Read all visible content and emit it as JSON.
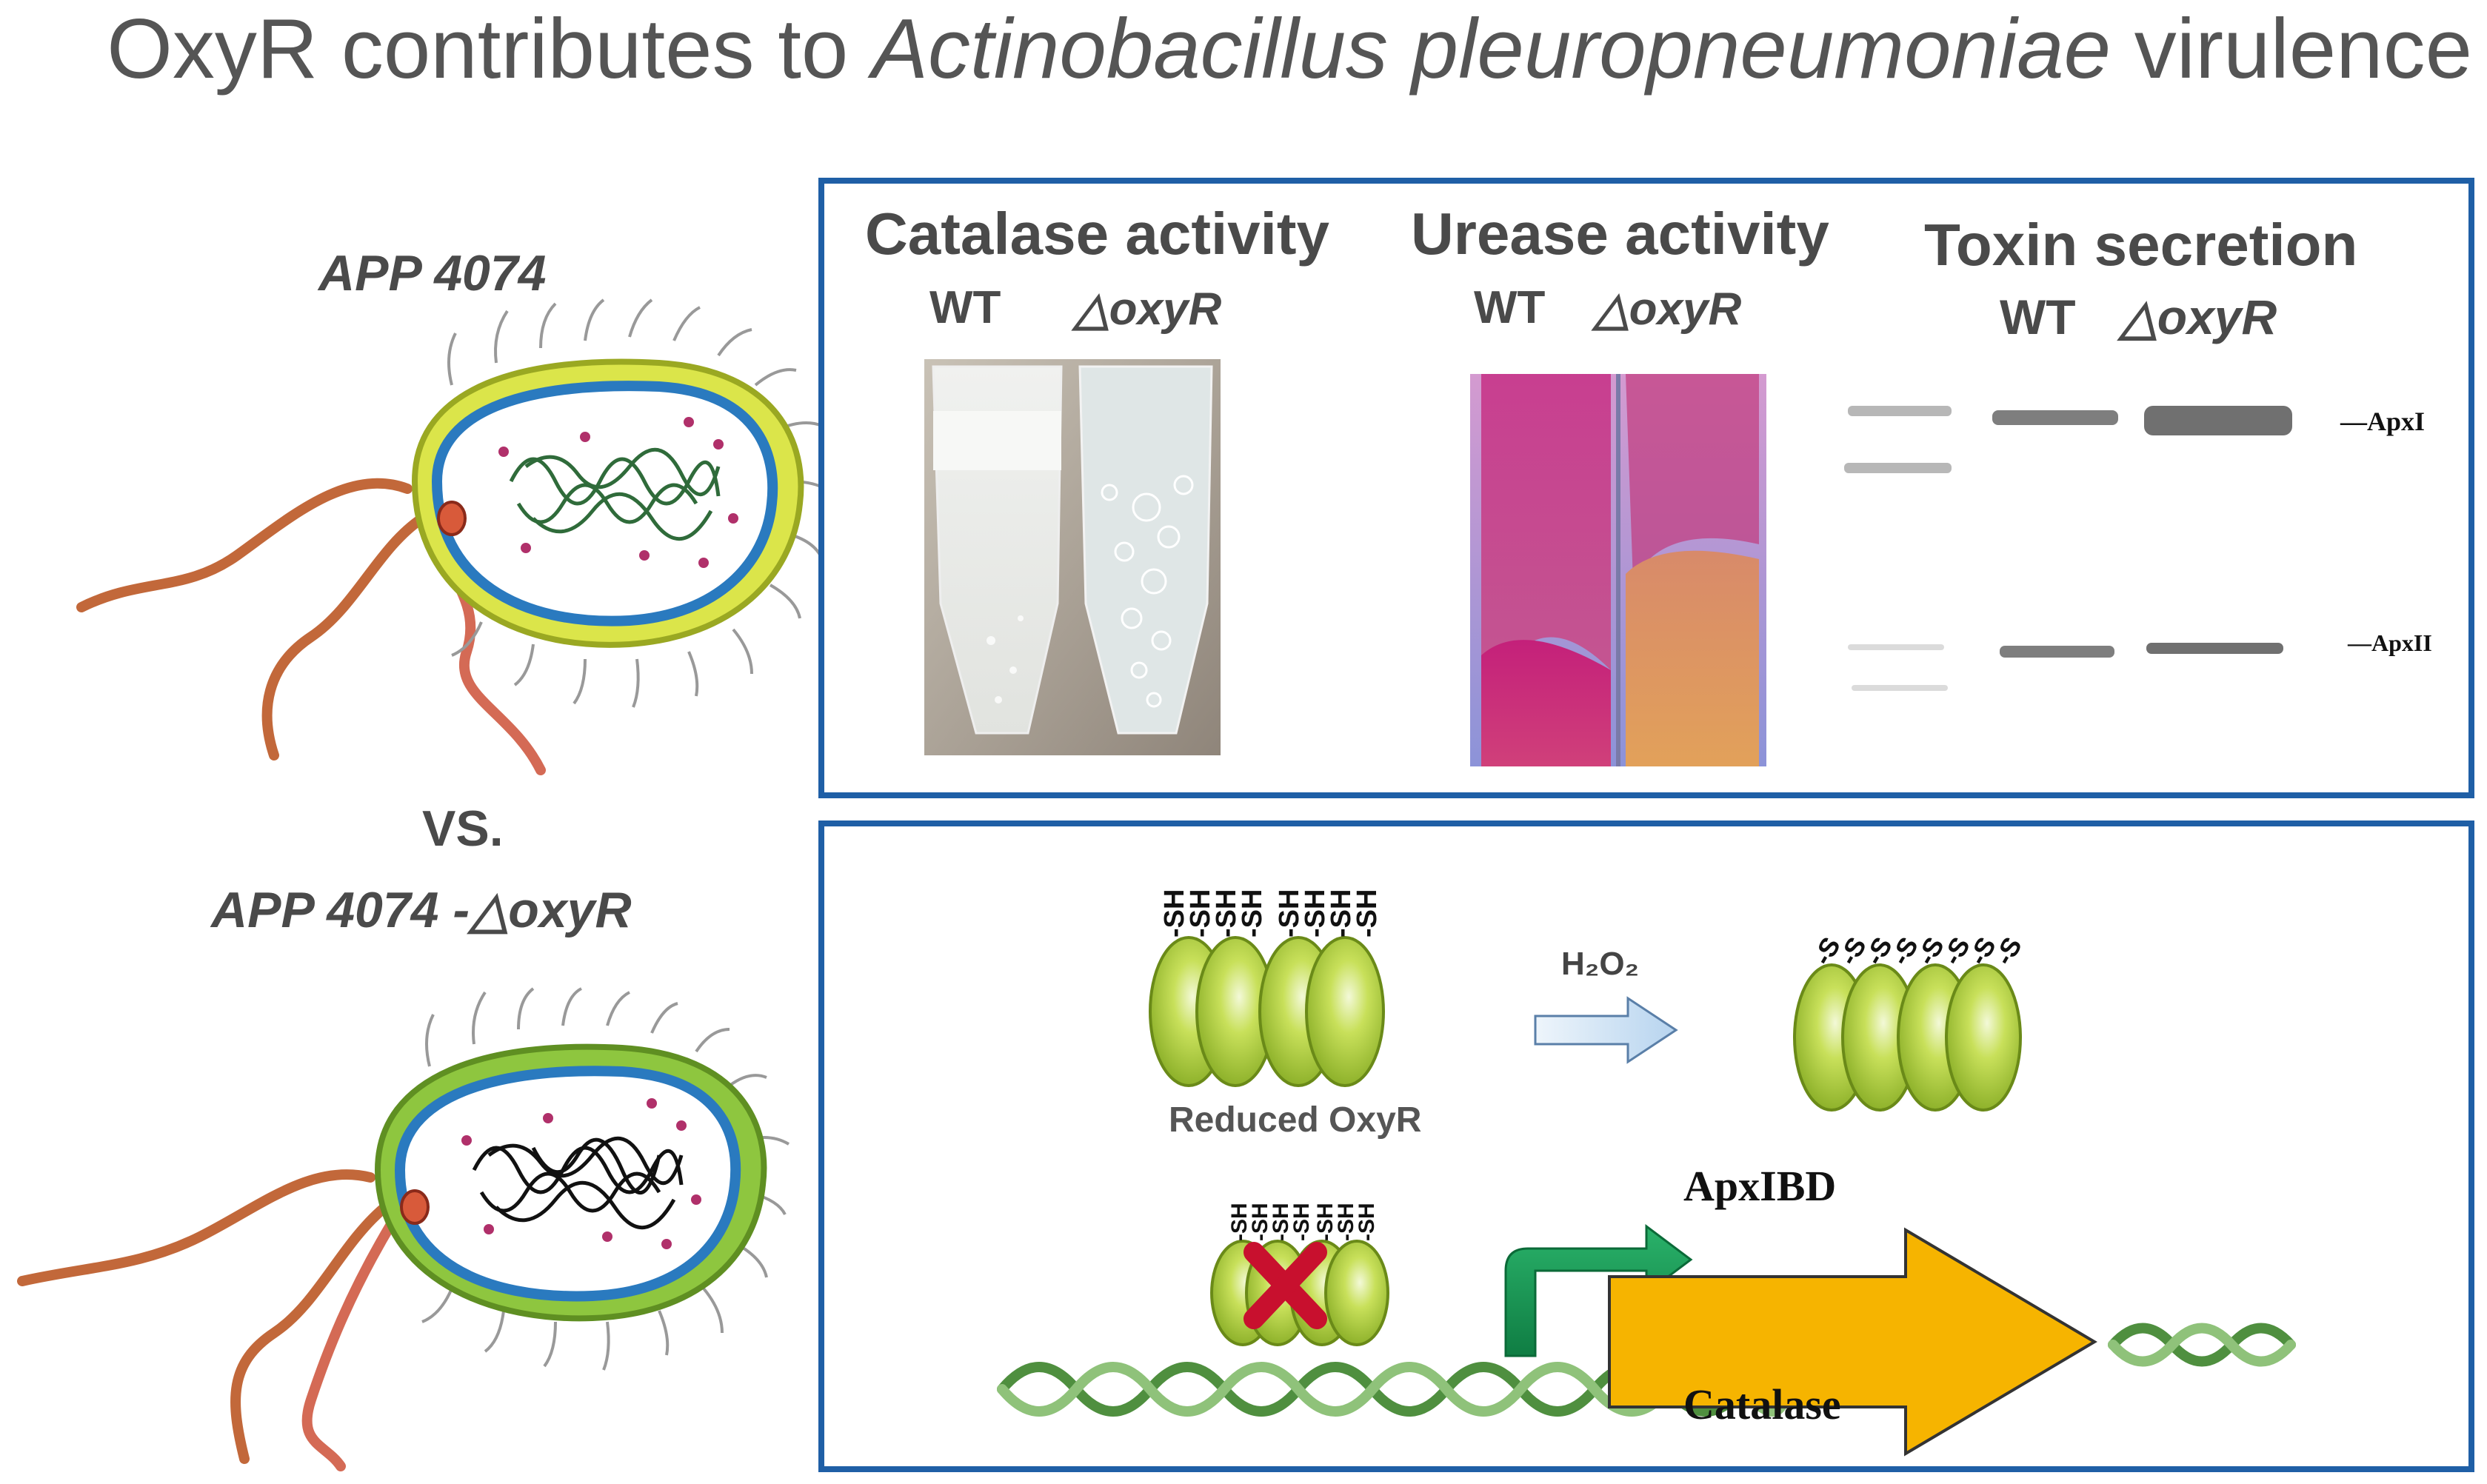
{
  "title": {
    "prefix": "OxyR contributes to ",
    "species": "Actinobacillus pleuropneumoniae",
    "suffix": " virulence"
  },
  "left": {
    "strain_wt": "APP 4074",
    "vs": "VS.",
    "strain_mutant": "APP 4074 -△oxyR"
  },
  "assays": {
    "catalase": {
      "title": "Catalase activity",
      "wt": "WT",
      "mut": "△oxyR"
    },
    "urease": {
      "title": "Urease activity",
      "wt": "WT",
      "mut": "△oxyR"
    },
    "toxin": {
      "title": "Toxin secretion",
      "wt": "WT",
      "mut": "△oxyR",
      "band1": "—ApxI",
      "band2": "—ApxII"
    }
  },
  "mechanism": {
    "sh_label": "-SH",
    "ss_label": "-S",
    "oxidant": "H₂O₂",
    "reduced_label": "Reduced OxyR",
    "gene_top": "ApxIBD",
    "gene_bottom": "Catalase"
  },
  "colors": {
    "border": "#1f5fa6",
    "title": "#555555",
    "label": "#4a4a4a",
    "ellipse": "#a8cc3a",
    "arrow": "#f6b400",
    "red_x": "#c8102e",
    "dna": "#5a9a4a"
  }
}
